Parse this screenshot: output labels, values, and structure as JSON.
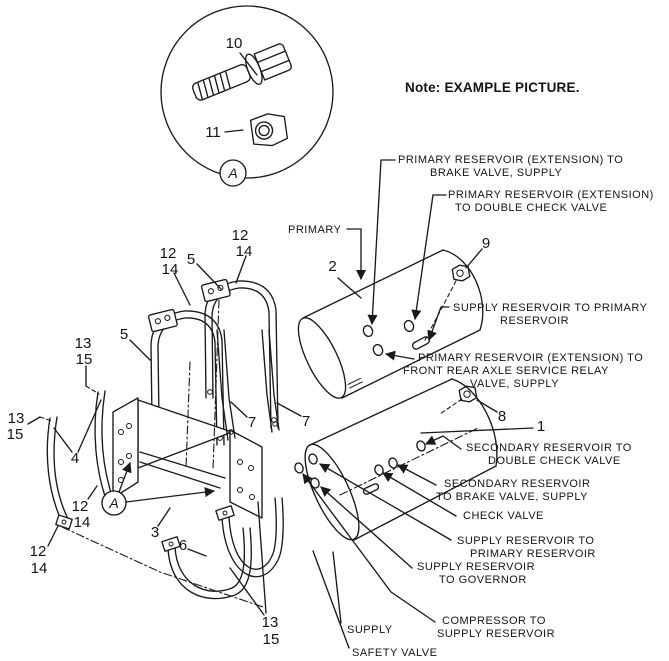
{
  "note": {
    "text": "Note: EXAMPLE PICTURE."
  },
  "detail_view": {
    "marker": "A"
  },
  "labels": {
    "primary": "PRIMARY",
    "supply": "SUPPLY",
    "safety_valve": "SAFETY VALVE",
    "check_valve": "CHECK VALVE"
  },
  "callouts": {
    "primary_ext_to_brake": {
      "l1": "PRIMARY RESERVOIR (EXTENSION) TO",
      "l2": "BRAKE VALVE, SUPPLY"
    },
    "primary_ext_to_double_check": {
      "l1": "PRIMARY RESERVOIR (EXTENSION)",
      "l2": "TO DOUBLE CHECK VALVE"
    },
    "supply_to_primary_upper": {
      "l1": "SUPPLY RESERVOIR TO PRIMARY",
      "l2": "RESERVOIR"
    },
    "primary_ext_to_relay": {
      "l1": "PRIMARY RESERVOIR (EXTENSION) TO",
      "l2": "FRONT REAR AXLE SERVICE RELAY",
      "l3": "VALVE, SUPPLY"
    },
    "secondary_to_double_check": {
      "l1": "SECONDARY RESERVOIR TO",
      "l2": "DOUBLE CHECK VALVE"
    },
    "secondary_to_brake": {
      "l1": "SECONDARY RESERVOIR",
      "l2": "TO BRAKE VALVE, SUPPLY"
    },
    "supply_to_primary_lower": {
      "l1": "SUPPLY RESERVOIR TO",
      "l2": "PRIMARY RESERVOIR"
    },
    "supply_to_governor": {
      "l1": "SUPPLY RESERVOIR",
      "l2": "TO GOVERNOR"
    },
    "compressor_to_supply": {
      "l1": "COMPRESSOR TO",
      "l2": "SUPPLY RESERVOIR"
    }
  },
  "parts": {
    "1": "1",
    "2": "2",
    "3": "3",
    "4": "4",
    "5": "5",
    "6": "6",
    "7": "7",
    "8": "8",
    "9": "9",
    "10": "10",
    "11": "11",
    "12": "12",
    "13": "13",
    "14": "14",
    "15": "15"
  },
  "colors": {
    "highlight": "#FFE000",
    "note_red": "#C0392B",
    "ink": "#1A1A1A"
  }
}
